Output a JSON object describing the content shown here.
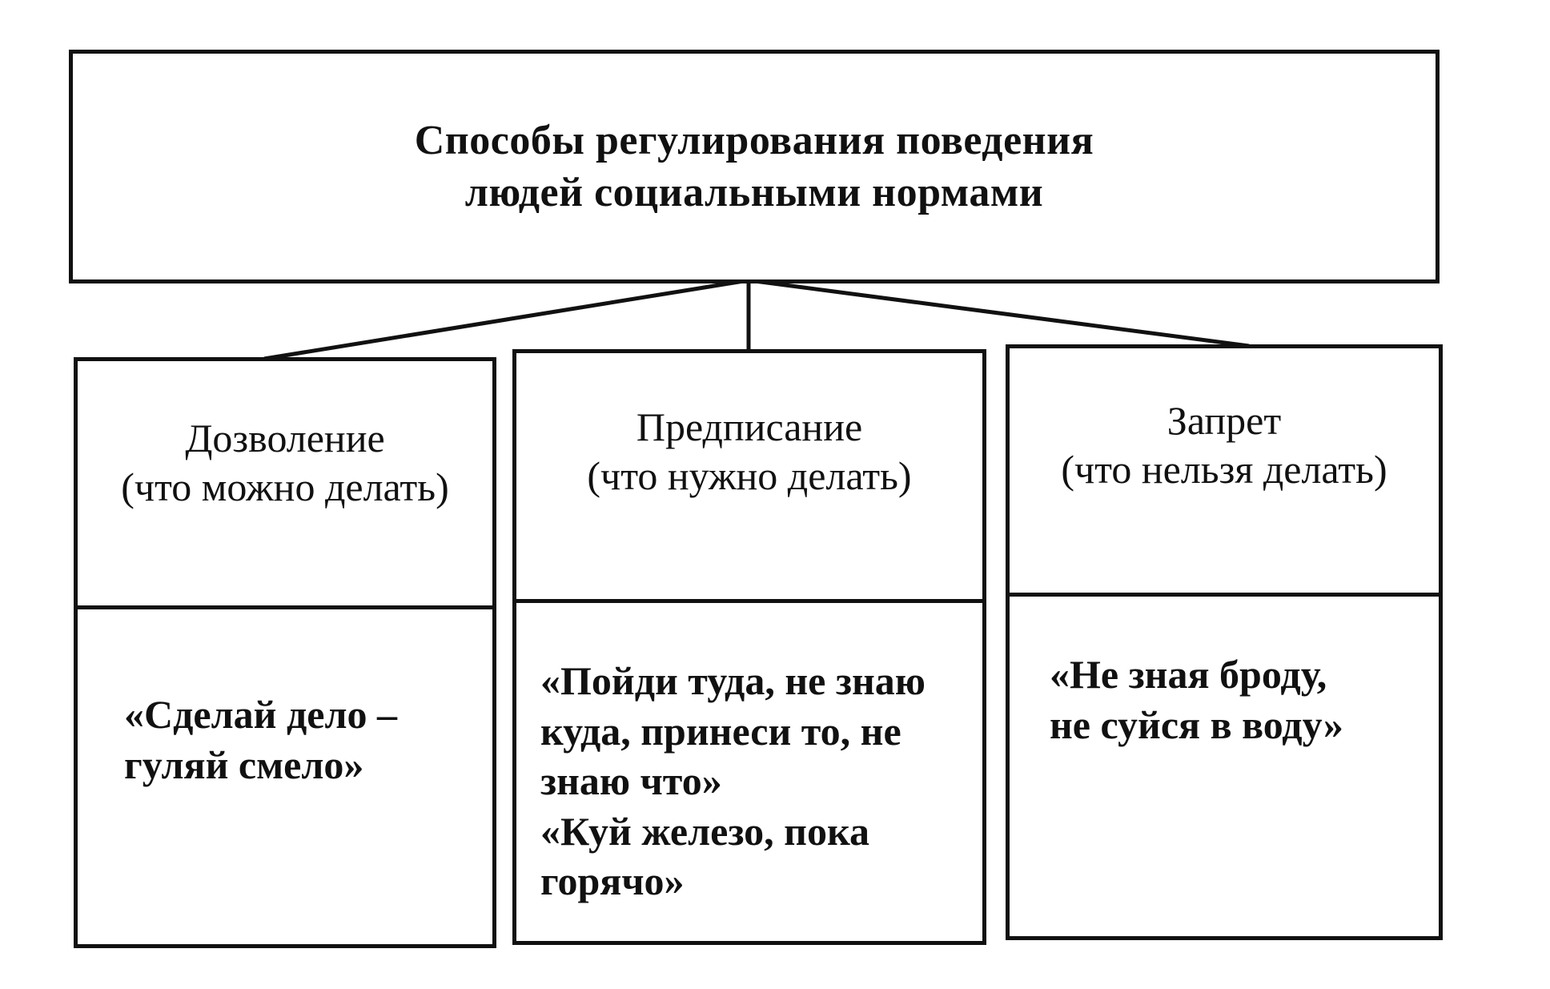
{
  "root": {
    "title_line1": "Способы регулирования поведения",
    "title_line2": "людей социальными нормами"
  },
  "columns": [
    {
      "title": "Дозволение",
      "subtitle": "(что можно делать)",
      "example_lines": [
        "«Сделай дело –",
        "гуляй смело»"
      ]
    },
    {
      "title": "Предписание",
      "subtitle": "(что нужно делать)",
      "example_lines": [
        "«Пойди туда, не знаю",
        "куда, принеси то, не",
        "знаю что»",
        "«Куй железо, пока",
        "горячо»"
      ]
    },
    {
      "title": "Запрет",
      "subtitle": "(что нельзя делать)",
      "example_lines": [
        "«Не зная броду,",
        "не суйся в воду»"
      ]
    }
  ],
  "colors": {
    "line": "#111111",
    "background": "#ffffff"
  }
}
